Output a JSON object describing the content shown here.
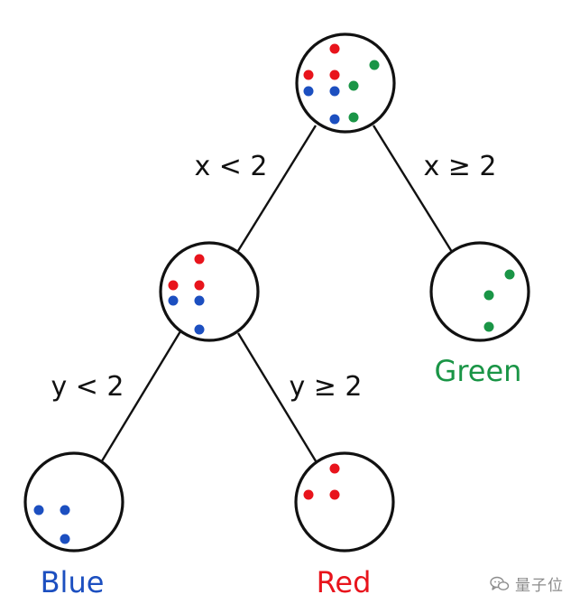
{
  "tree": {
    "colors": {
      "red": "#e8141c",
      "blue": "#1c4fc0",
      "green": "#1a9546",
      "edge": "#111111",
      "node_border": "#111111"
    },
    "edges": {
      "root_left": "x < 2",
      "root_right": "x ≥ 2",
      "split_left": "y < 2",
      "split_right": "y ≥ 2"
    },
    "leaves": {
      "blue": "Blue",
      "red": "Red",
      "green": "Green"
    },
    "node_counts": {
      "root": {
        "red": 3,
        "blue": 3,
        "green": 3
      },
      "split": {
        "red": 3,
        "blue": 3,
        "green": 0
      },
      "green_leaf": {
        "red": 0,
        "blue": 0,
        "green": 3
      },
      "blue_leaf": {
        "red": 0,
        "blue": 3,
        "green": 0
      },
      "red_leaf": {
        "red": 3,
        "blue": 0,
        "green": 0
      }
    }
  },
  "watermark": {
    "text": "量子位",
    "icon": "wechat-logo-icon"
  }
}
